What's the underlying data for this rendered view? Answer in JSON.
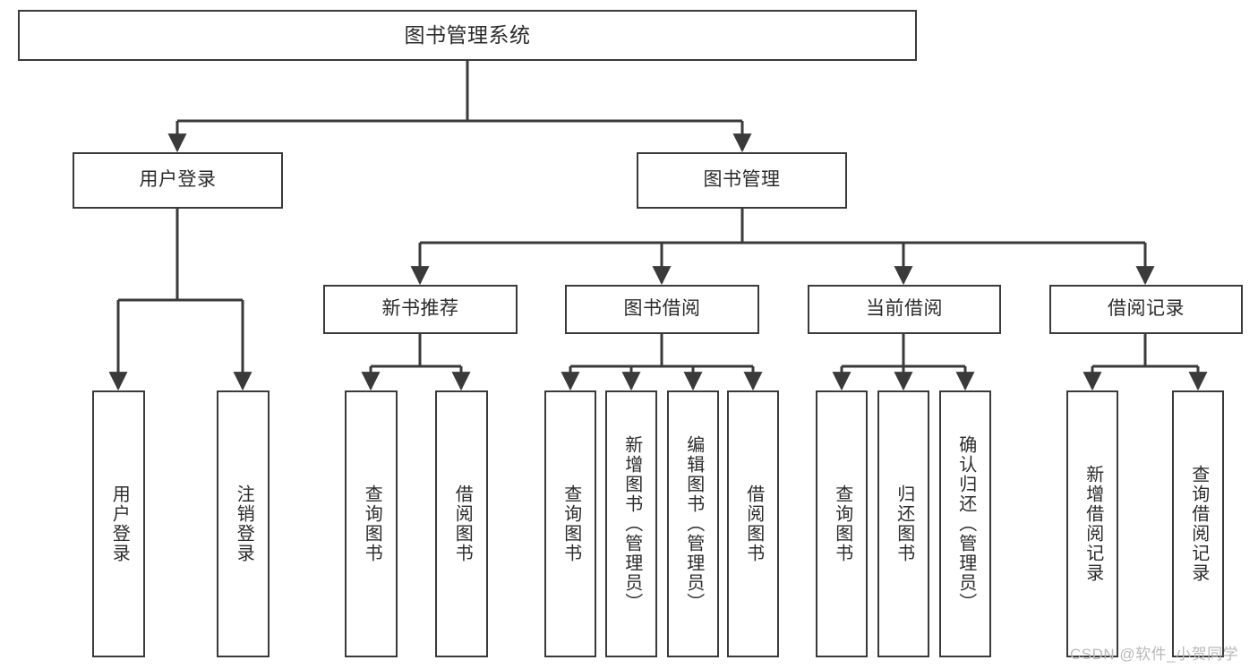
{
  "diagram": {
    "type": "tree",
    "title": "图书管理系统",
    "root": {
      "label": "图书管理系统"
    },
    "level2": [
      {
        "label": "用户登录"
      },
      {
        "label": "图书管理"
      }
    ],
    "level3": [
      {
        "label": "新书推荐"
      },
      {
        "label": "图书借阅"
      },
      {
        "label": "当前借阅"
      },
      {
        "label": "借阅记录"
      }
    ],
    "leaves": {
      "user_login": [
        {
          "label": "用户登录"
        },
        {
          "label": "注销登录"
        }
      ],
      "new_book_recommend": [
        {
          "label": "查询图书"
        },
        {
          "label": "借阅图书"
        }
      ],
      "book_borrow": [
        {
          "label": "查询图书"
        },
        {
          "label": "新增图书（管理员）"
        },
        {
          "label": "编辑图书（管理员）"
        },
        {
          "label": "借阅图书"
        }
      ],
      "current_borrow": [
        {
          "label": "查询图书"
        },
        {
          "label": "归还图书"
        },
        {
          "label": "确认归还（管理员）"
        }
      ],
      "borrow_record": [
        {
          "label": "新增借阅记录"
        },
        {
          "label": "查询借阅记录"
        }
      ]
    }
  },
  "watermark": {
    "text": "CSDN @软件_小贺同学"
  },
  "colors": {
    "border": "#3a3a3a",
    "text": "#2b2b2b",
    "background": "#ffffff",
    "watermark": "#b9b9b9"
  }
}
